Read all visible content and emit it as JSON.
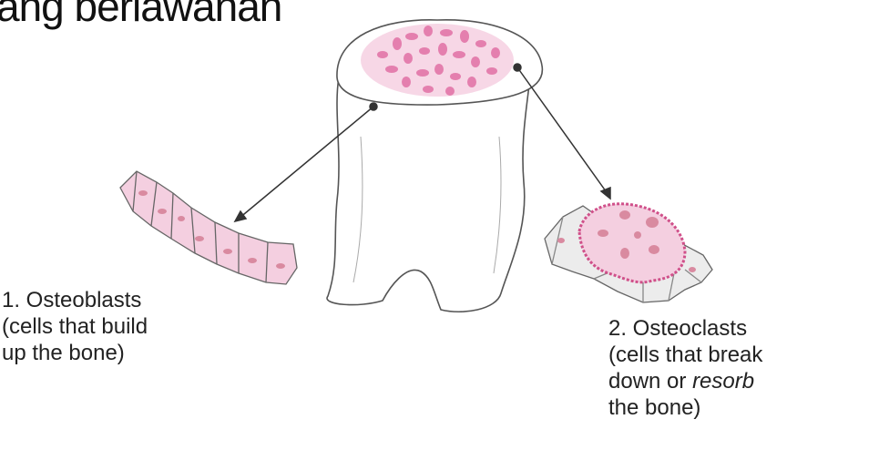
{
  "heading": "ang berlawanan",
  "osteoblasts": {
    "title": "1. Osteoblasts",
    "line1": "(cells that build",
    "line2": "up the bone)"
  },
  "osteoclasts": {
    "title": "2. Osteoclasts",
    "line1": "(cells that break",
    "line2_a": "down or ",
    "line2_b": "resorb",
    "line3": "the bone)"
  },
  "colors": {
    "cell_fill": "#f4cfe0",
    "nucleus": "#d98aa0",
    "marrow_spot": "#e888b0",
    "outline": "#444444",
    "osteoclast_edge": "#d0508a"
  }
}
